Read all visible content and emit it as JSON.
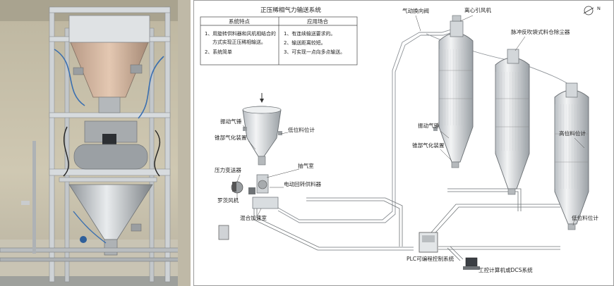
{
  "colors": {
    "bg": "#ffffff",
    "photo_wall": "#c8c2ae",
    "steel": "#d9dde0",
    "silo_fill": "#e6e9ec",
    "silo_stroke": "#6a6f73",
    "pipe": "#8c9196",
    "hopper_inner": "#d9b9a2"
  },
  "table": {
    "title": "正压稀相气力输送系统",
    "headers": [
      "系统特点",
      "应用场合"
    ],
    "features": [
      "1、用旋转供料器和风机相结合的",
      "方式实现正压稀相输送。",
      "2、系统简单"
    ],
    "applications": [
      "1、有连续输送要求的。",
      "2、输送距离较短。",
      "3、可实现一点向多点输送。"
    ]
  },
  "labels": {
    "diverter": "气动换向阀",
    "fan": "离心引风机",
    "dust_collector": "脉冲反吹袋式料仓除尘器",
    "vibrator_silo": "振动气锤",
    "aerator_silo": "锥部气化装置",
    "high_level": "高位料位计",
    "low_level_silo": "低位料位计",
    "vibrator_hopper": "振动气锤",
    "aerator_hopper": "锥部气化装置",
    "low_level_hopper": "低位料位计",
    "pressure": "压力变送器",
    "vent": "抽气室",
    "rotary": "电动回转供料器",
    "roots": "罗茨风机",
    "mixer": "混合加速室",
    "plc": "PLC可编程控制系统",
    "dcs": "工控计算机或DCS系统",
    "north": "N"
  }
}
